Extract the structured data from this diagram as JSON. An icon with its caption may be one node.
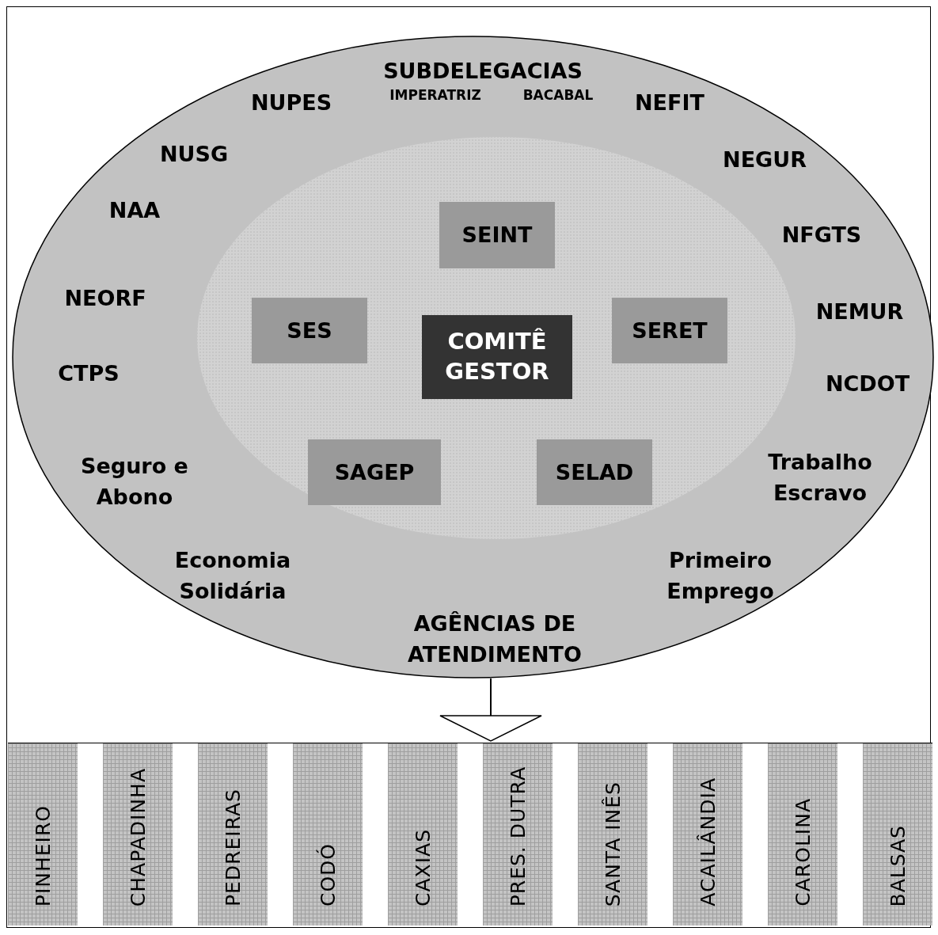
{
  "diagram": {
    "nodes": [
      {
        "text": [
          "SUBDELEGACIAS",
          "IMPERATRIZ",
          "BACABAL",
          "NUPES",
          "NEFIT",
          "NUSG",
          "NEGUR",
          "NAA",
          "NFGTS",
          "NEORF",
          "NEMUR",
          "CTPS",
          "NCDOT",
          "Seguro e Abono",
          "Trabalho Escravo",
          "Economia Solidária",
          "Primeiro Emprego",
          "AGÊNCIAS DE ATENDIMENTO"
        ]
      },
      {
        "text": [],
        "shape": "circle",
        "in": 0
      },
      {
        "text": [
          "SEINT"
        ],
        "in": 1
      },
      {
        "text": [
          "SES"
        ],
        "in": 1
      },
      {
        "text": [
          "SERET"
        ],
        "in": 1
      },
      {
        "text": [
          "COMITÊ GESTOR"
        ],
        "in": 1
      },
      {
        "text": [
          "SAGEP"
        ],
        "in": 1
      },
      {
        "text": [
          "SELAD"
        ],
        "in": 1
      },
      {
        "text": [],
        "shape": "box"
      },
      {
        "text": [
          "PINHEIRO"
        ],
        "in": 8
      },
      {
        "text": [
          "CHAPADINHA"
        ],
        "in": 8
      },
      {
        "text": [
          "PEDREIRAS"
        ],
        "in": 8
      },
      {
        "text": [
          "CODÓ"
        ],
        "in": 8
      },
      {
        "text": [
          "CAXIAS"
        ],
        "in": 8
      },
      {
        "text": [
          "PRES. DUTRA"
        ],
        "in": 8
      },
      {
        "text": [
          "SANTA INÊS"
        ],
        "in": 8
      },
      {
        "text": [
          "ACAILÂNDIA"
        ],
        "in": 8
      },
      {
        "text": [
          "CAROLINA"
        ],
        "in": 8
      },
      {
        "text": [
          "BALSAS"
        ],
        "in": 8
      }
    ],
    "edges": [
      {
        "from": 0,
        "to": 8,
        "arrow": "to"
      }
    ]
  }
}
